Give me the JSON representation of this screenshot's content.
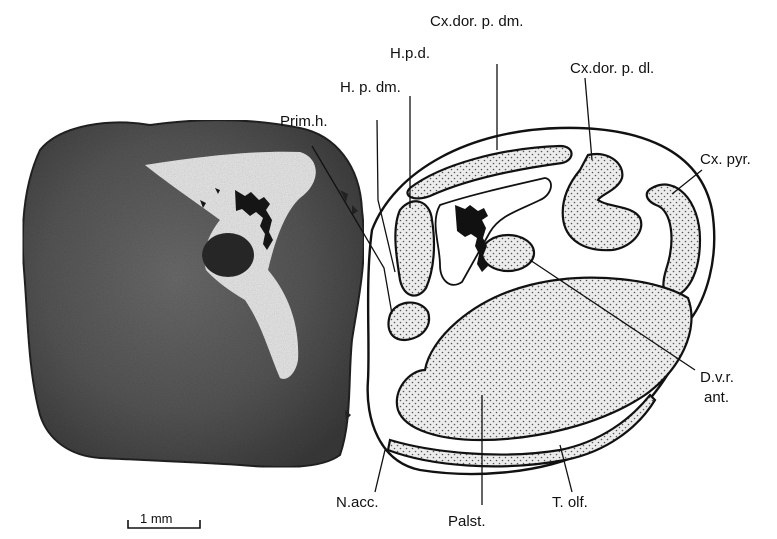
{
  "labels": {
    "cx_dor_p_dm": "Cx.dor. p. dm.",
    "cx_dor_p_dl": "Cx.dor. p. dl.",
    "h_p_d": "H.p.d.",
    "h_p_dm": "H. p. dm.",
    "prim_h": "Prim.h.",
    "cx_pyr": "Cx. pyr.",
    "d_v_r_line1": "D.v.r.",
    "d_v_r_line2": "ant.",
    "n_acc": "N.acc.",
    "palst": "Palst.",
    "t_olf": "T. olf."
  },
  "scale_bar": {
    "label": "1 mm"
  },
  "colors": {
    "ink": "#111111",
    "section_dark": "#3a3a3a",
    "section_mid": "#6b6b6b",
    "section_light": "#a8a8a8",
    "ventricle_light": "#e8e8e8",
    "background": "#ffffff"
  }
}
